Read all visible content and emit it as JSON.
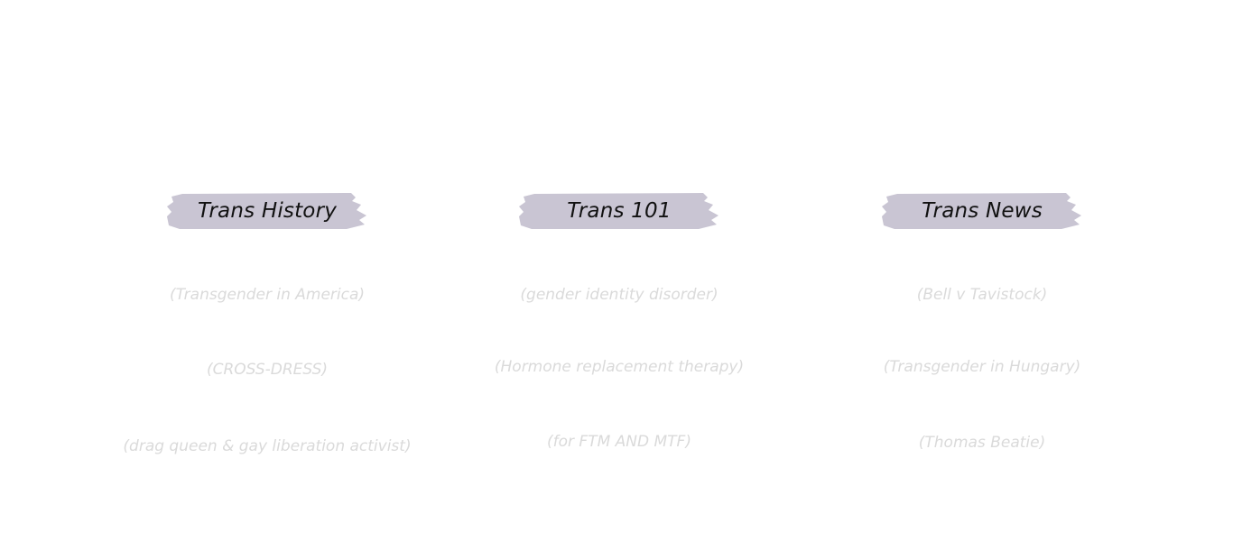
{
  "colors": {
    "brush": "#c9c5d3",
    "heading_text": "#111111",
    "link_text": "#dadada"
  },
  "columns": [
    {
      "heading": "Trans History",
      "items": [
        "(Transgender in America)",
        "(CROSS-DRESS)",
        "(drag queen & gay liberation activist)"
      ]
    },
    {
      "heading": "Trans 101",
      "items": [
        "(gender identity disorder)",
        "(Hormone replacement therapy)",
        "(for FTM AND MTF)"
      ]
    },
    {
      "heading": "Trans News",
      "items": [
        "(Bell v Tavistock)",
        "(Transgender in Hungary)",
        "(Thomas Beatie)"
      ]
    }
  ]
}
